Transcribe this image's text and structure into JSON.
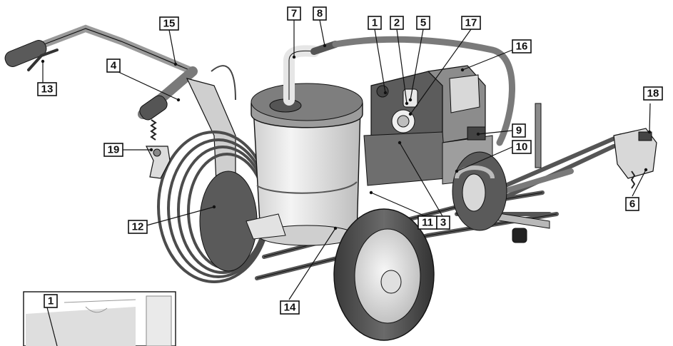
{
  "callouts": [
    {
      "id": "c1",
      "label": "1"
    },
    {
      "id": "c2",
      "label": "2"
    },
    {
      "id": "c5",
      "label": "5"
    },
    {
      "id": "c17",
      "label": "17"
    },
    {
      "id": "c7",
      "label": "7"
    },
    {
      "id": "c8",
      "label": "8"
    },
    {
      "id": "c15",
      "label": "15"
    },
    {
      "id": "c16",
      "label": "16"
    },
    {
      "id": "c4",
      "label": "4"
    },
    {
      "id": "c13",
      "label": "13"
    },
    {
      "id": "c9",
      "label": "9"
    },
    {
      "id": "c10",
      "label": "10"
    },
    {
      "id": "c18",
      "label": "18"
    },
    {
      "id": "c19",
      "label": "19"
    },
    {
      "id": "c6",
      "label": "6"
    },
    {
      "id": "c12",
      "label": "12"
    },
    {
      "id": "c11",
      "label": "11"
    },
    {
      "id": "c3",
      "label": "3"
    },
    {
      "id": "c14",
      "label": "14"
    },
    {
      "id": "c1b",
      "label": "1"
    }
  ],
  "colors": {
    "line": "#111111",
    "body_light": "#e8e8e8",
    "body_mid": "#bdbdbd",
    "body_dark": "#6e6e6e",
    "tire": "#4a4a4a"
  }
}
